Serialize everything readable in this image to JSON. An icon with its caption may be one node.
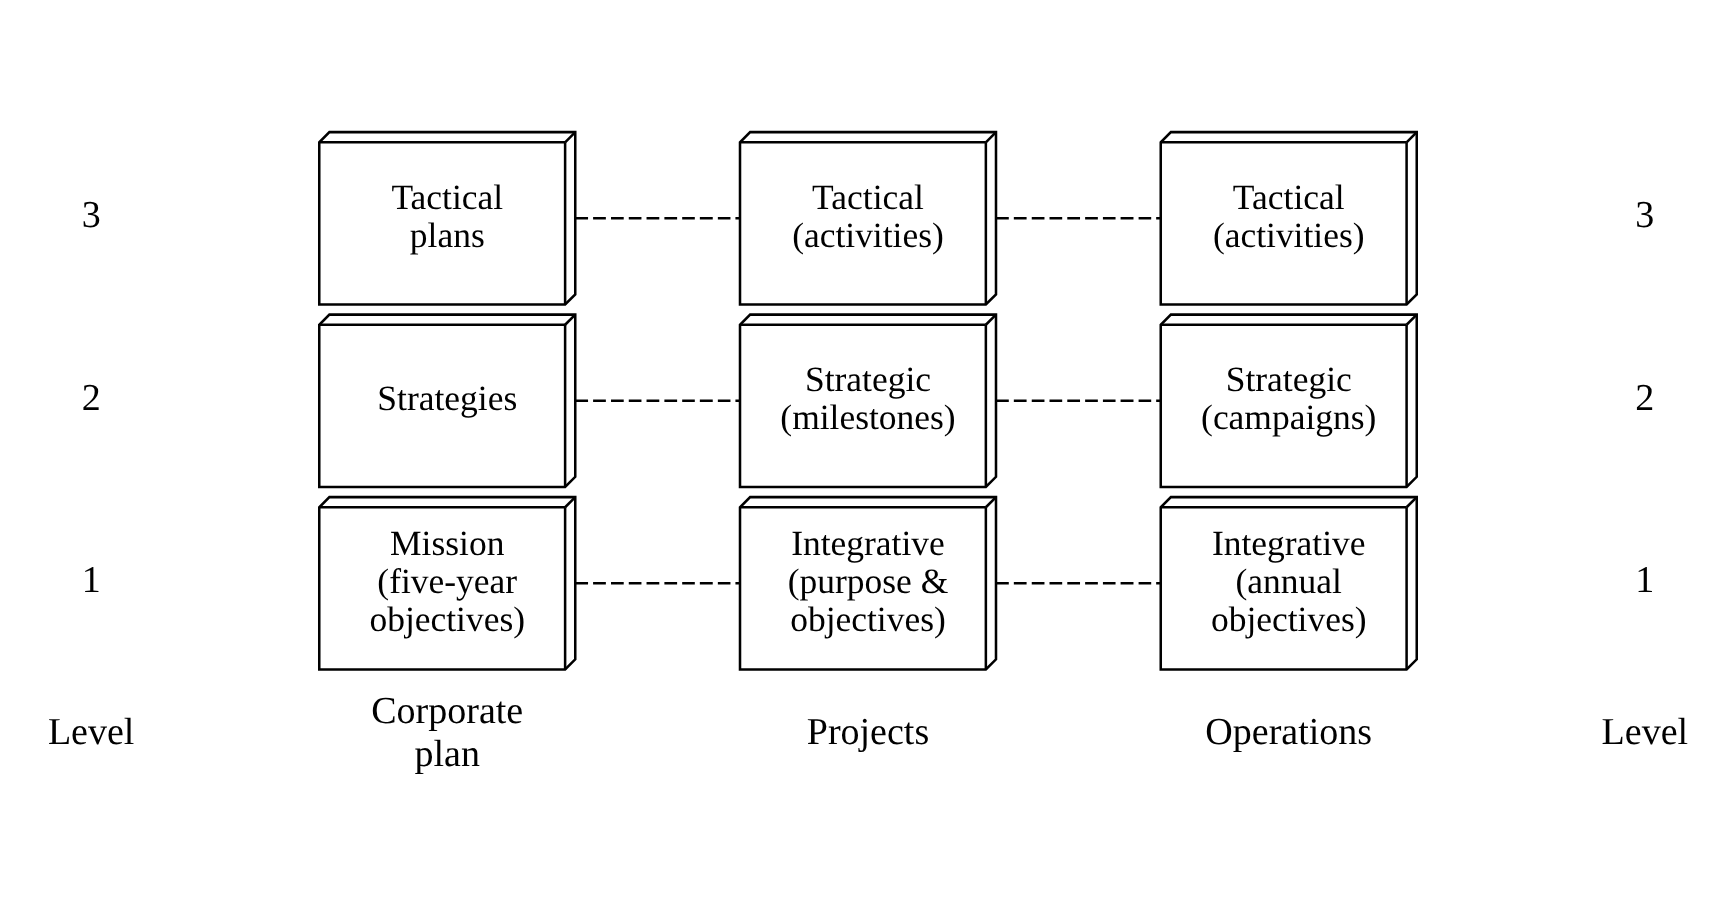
{
  "diagram": {
    "nodes": [
      {
        "text": [
          "Mission (five-year objectives)"
        ]
      },
      {
        "text": [
          "Strategies"
        ]
      },
      {
        "text": [
          "Tactical plans"
        ]
      },
      {
        "text": [
          "Integrative (purpose & objectives)"
        ]
      },
      {
        "text": [
          "Strategic (milestones)"
        ]
      },
      {
        "text": [
          "Tactical (activities)"
        ]
      },
      {
        "text": [
          "Integrative (annual objectives)"
        ]
      },
      {
        "text": [
          "Strategic (campaigns)"
        ]
      },
      {
        "text": [
          "Tactical (activities)"
        ]
      }
    ],
    "edges": [
      {
        "from": 0,
        "to": 3,
        "arrow": "none",
        "style": "dashed"
      },
      {
        "from": 3,
        "to": 6,
        "arrow": "none",
        "style": "dashed"
      },
      {
        "from": 1,
        "to": 4,
        "arrow": "none",
        "style": "dashed"
      },
      {
        "from": 4,
        "to": 7,
        "arrow": "none",
        "style": "dashed"
      },
      {
        "from": 2,
        "to": 5,
        "arrow": "none",
        "style": "dashed"
      },
      {
        "from": 5,
        "to": 8,
        "arrow": "none",
        "style": "dashed"
      }
    ],
    "labels": [
      "Level",
      "Corporate plan",
      "Projects",
      "Operations",
      "Level",
      "1",
      "2",
      "3",
      "1",
      "2",
      "3"
    ]
  }
}
